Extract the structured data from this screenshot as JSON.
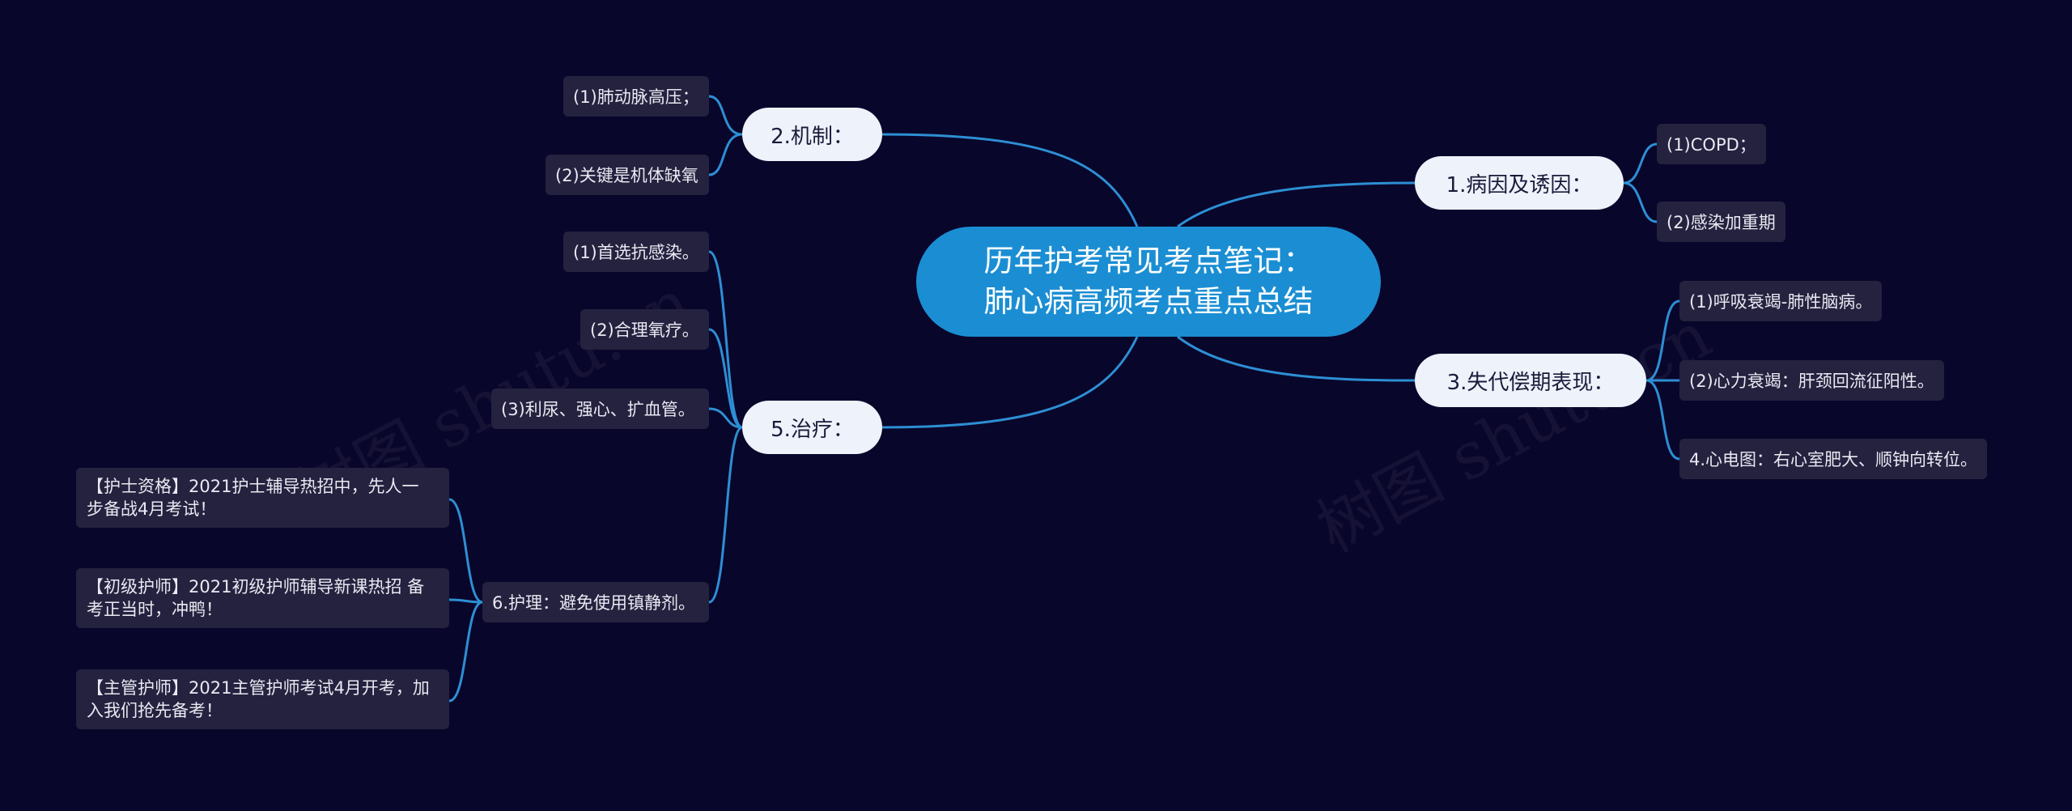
{
  "root": {
    "line1": "历年护考常见考点笔记：",
    "line2": "肺心病高频考点重点总结"
  },
  "branches": {
    "b1": {
      "label": "1.病因及诱因：",
      "children": [
        "(1)COPD；",
        "(2)感染加重期"
      ]
    },
    "b2": {
      "label": "2.机制：",
      "children": [
        "(1)肺动脉高压；",
        "(2)关键是机体缺氧"
      ]
    },
    "b3": {
      "label": "3.失代偿期表现：",
      "children": [
        "(1)呼吸衰竭-肺性脑病。",
        "(2)心力衰竭：肝颈回流征阳性。",
        "4.心电图：右心室肥大、顺钟向转位。"
      ]
    },
    "b5": {
      "label": "5.治疗：",
      "children": [
        "(1)首选抗感染。",
        "(2)合理氧疗。",
        "(3)利尿、强心、扩血管。"
      ]
    },
    "b6": {
      "label": "6.护理：避免使用镇静剂。",
      "children": [
        {
          "line1": "【护士资格】2021护士辅导热招中，先人一",
          "line2": "步备战4月考试！"
        },
        {
          "line1": "【初级护师】2021初级护师辅导新课热招 备",
          "line2": "考正当时，冲鸭！"
        },
        {
          "line1": "【主管护师】2021主管护师考试4月开考，加",
          "line2": "入我们抢先备考！"
        }
      ]
    }
  },
  "watermarks": [
    "树图 shutu.cn",
    "树图 shutu.cn"
  ],
  "colors": {
    "background": "#09062b",
    "root": "#1b8ed3",
    "branch": "#eef2fb",
    "leaf": "#24223f",
    "link": "#2d8fd4"
  }
}
